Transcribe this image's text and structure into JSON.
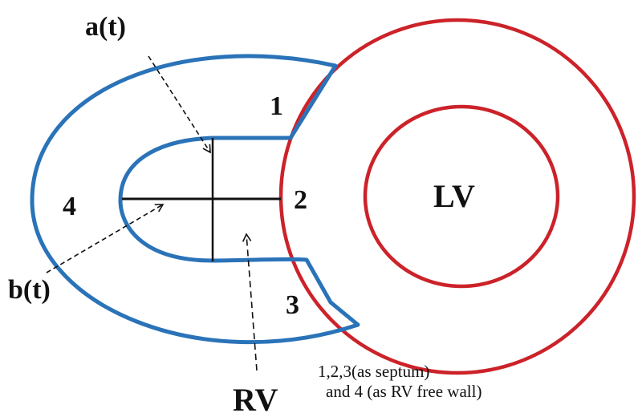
{
  "diagram": {
    "colors": {
      "rv_outline": "#2a73b8",
      "lv_outline": "#cc2229",
      "axes": "#111111",
      "text": "#111111"
    },
    "labels": {
      "a_t": "a(t)",
      "b_t": "b(t)",
      "rv": "RV",
      "lv": "LV",
      "seg1": "1",
      "seg2": "2",
      "seg3": "3",
      "seg4": "4"
    },
    "note": {
      "line1": "1,2,3(as septum)",
      "line2": "and 4 (as RV free wall)"
    }
  }
}
